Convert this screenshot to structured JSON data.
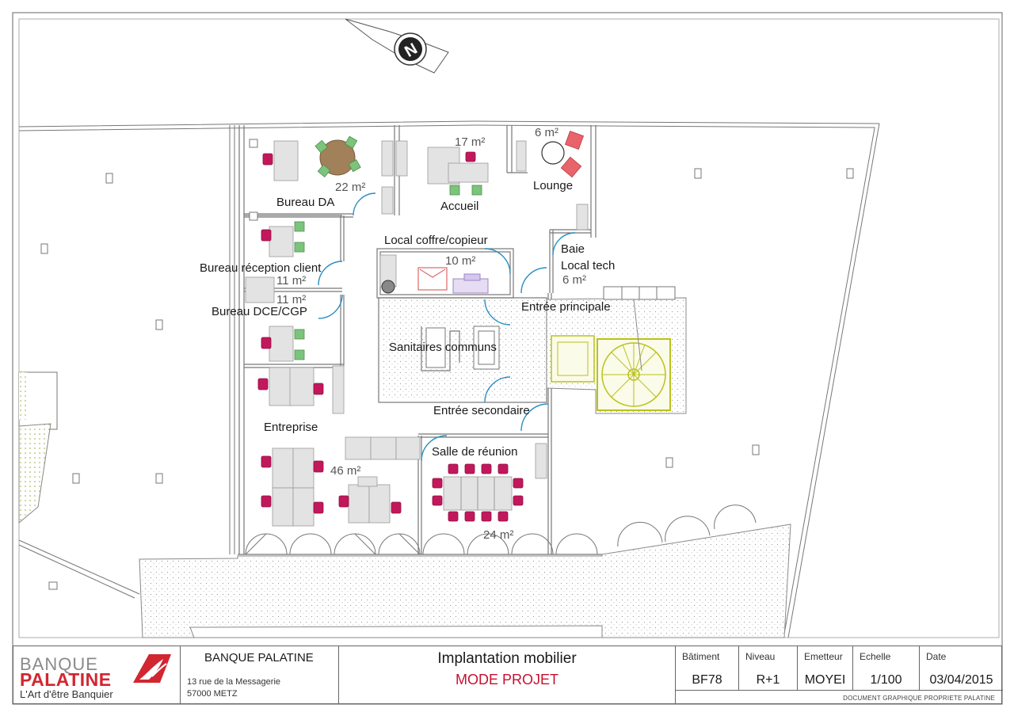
{
  "plan": {
    "rooms": [
      {
        "name": "Bureau DA",
        "area": "22 m²"
      },
      {
        "name": "Accueil",
        "area": "17 m²"
      },
      {
        "name": "Lounge",
        "area": "6 m²"
      },
      {
        "name": "Local coffre/copieur",
        "area": "10 m²"
      },
      {
        "name": "Baie",
        "area": ""
      },
      {
        "name": "Local tech",
        "area": "6 m²"
      },
      {
        "name": "Bureau réception client",
        "area": "11 m²"
      },
      {
        "name": "Bureau DCE/CGP",
        "area": "11 m²"
      },
      {
        "name": "Entrée principale",
        "area": ""
      },
      {
        "name": "Sanitaires communs",
        "area": ""
      },
      {
        "name": "Entrée secondaire",
        "area": ""
      },
      {
        "name": "Entreprise",
        "area": "46 m²"
      },
      {
        "name": "Salle de réunion",
        "area": "24 m²"
      }
    ],
    "north_arrow_letter": "N",
    "colors": {
      "chair_red": "#c2185b",
      "chair_green": "#7cc47c",
      "lounge_red": "#e8636a",
      "table_wood": "#a1805a",
      "stair_yellow": "#b9c21a",
      "wall": "#777777",
      "desk": "#e3e3e3"
    },
    "icons": [
      "north-arrow-icon",
      "banque-palatine-logo-icon"
    ]
  },
  "cartouche": {
    "brand_line1": "BANQUE",
    "brand_line2": "PALATINE",
    "brand_tagline": "L'Art d'être Banquier",
    "company": "BANQUE PALATINE",
    "address_line1": "13 rue de la Messagerie",
    "address_line2": "57000 METZ",
    "title": "Implantation mobilier",
    "subtitle": "MODE PROJET",
    "fields": [
      {
        "label": "Bâtiment",
        "value": "BF78"
      },
      {
        "label": "Niveau",
        "value": "R+1"
      },
      {
        "label": "Emetteur",
        "value": "MOYEI"
      },
      {
        "label": "Echelle",
        "value": "1/100"
      },
      {
        "label": "Date",
        "value": "03/04/2015"
      }
    ],
    "footnote": "DOCUMENT GRAPHIQUE PROPRIETE PALATINE"
  }
}
